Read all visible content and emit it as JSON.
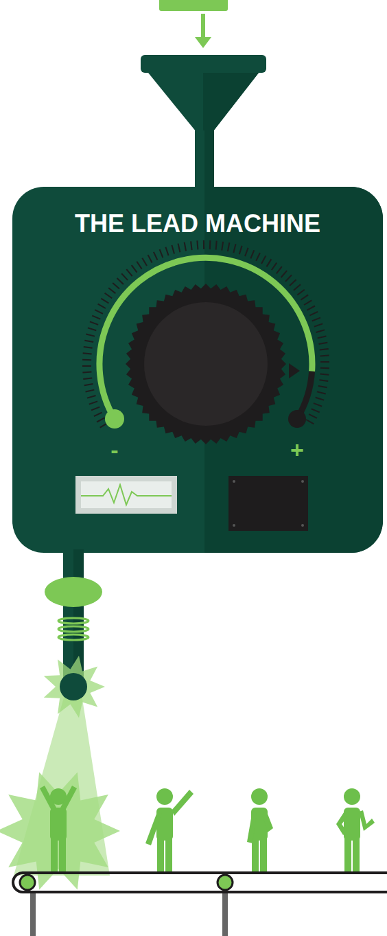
{
  "diagram": {
    "nodes": [
      {
        "text": [
          "THE LEAD MACHINE"
        ]
      }
    ],
    "labels": [
      "-",
      "+"
    ]
  }
}
